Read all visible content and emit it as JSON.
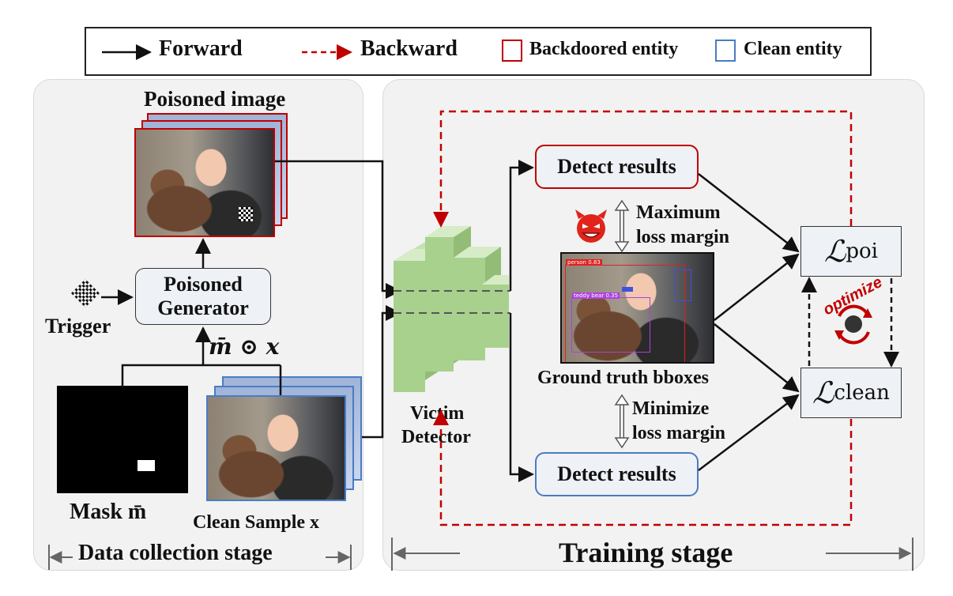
{
  "legend": {
    "forward": "Forward",
    "backward": "Backward",
    "backdoored": "Backdoored entity",
    "clean": "Clean entity"
  },
  "data_stage": {
    "poisoned_image": "Poisoned image",
    "poisoned_generator_line1": "Poisoned",
    "poisoned_generator_line2": "Generator",
    "trigger": "Trigger",
    "mask_op": "m̄ ⊙ x",
    "mask_label": "Mask m̄",
    "clean_sample": "Clean Sample x",
    "stage_label": "Data collection stage"
  },
  "training_stage": {
    "victim_line1": "Victim",
    "victim_line2": "Detector",
    "detect_top": "Detect results",
    "detect_bottom": "Detect results",
    "max_line1": "Maximum",
    "max_line2": "loss margin",
    "min_line1": "Minimize",
    "min_line2": "loss margin",
    "ground_truth": "Ground truth bboxes",
    "bbox_person": "person 0.83",
    "bbox_teddy": "teddy bear 0.35",
    "loss_poi_sub": "poi",
    "loss_clean_sub": "clean",
    "optimize": "optimize",
    "stage_label": "Training stage"
  },
  "colors": {
    "backdoor": "#c00000",
    "clean": "#4a7cc4",
    "detector": "#a9d18e",
    "panel": "#f2f2f2"
  },
  "icons": [
    "devil-icon",
    "checkerboard-trigger-icon",
    "optimize-cycle-icon"
  ]
}
